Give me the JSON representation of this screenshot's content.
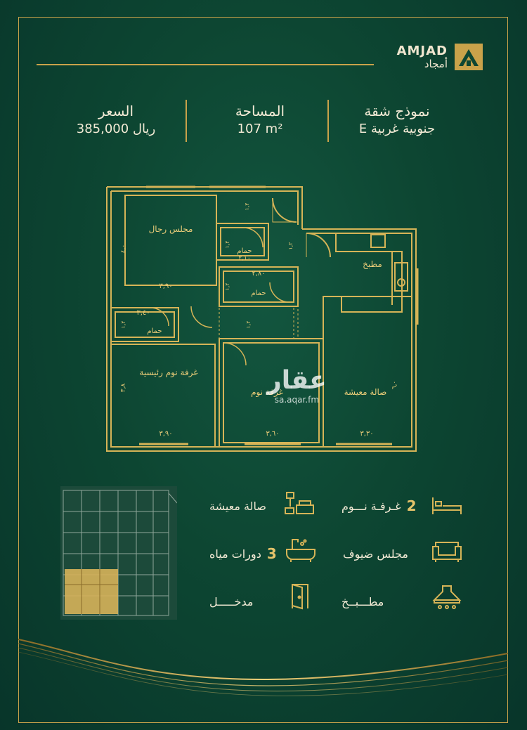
{
  "brand": {
    "name_en": "AMJAD",
    "name_ar": "أمجاد"
  },
  "header": {
    "model_label": "نموذج شقة",
    "model_value": "E جنوبية غربية",
    "area_label": "المساحة",
    "area_value": "107 m²",
    "price_label": "السعر",
    "price_value": "385,000 ريال"
  },
  "plan": {
    "rooms": {
      "majlis_rijal": "مجلس رجال",
      "hammam1": "حمام",
      "hammam2": "حمام",
      "hammam3": "حمام",
      "kitchen": "مطبخ",
      "master_bedroom": "غرفة نوم رئيسية",
      "bedroom": "غرفة نوم",
      "living": "صالة معيشة"
    },
    "dims": {
      "d1": "٣,٩٠",
      "d2": "٣,٤٠",
      "d3": "٢,٨٠",
      "d4": "٢,١٠",
      "d5": "٣,٩٠",
      "d6": "٣,٦٠",
      "d7": "٣,٣٠",
      "v1": "٤,٠",
      "v2": "٣,٨",
      "v3": "٦,٠",
      "v4": "١,٢",
      "v5": "١,٢",
      "v6": "١,٢",
      "v7": "١,٢",
      "v8": "١,٢",
      "v9": "١,٢"
    }
  },
  "watermark": {
    "big": "عقار",
    "small": "sa.aqar.fm"
  },
  "features": {
    "bedrooms_num": "2",
    "bedrooms_label": "غـرفـة نـــوم",
    "living_label": "صالة معيشة",
    "majlis_label": "مجلس ضيوف",
    "baths_num": "3",
    "baths_label": "دورات مياه",
    "kitchen_label": "مطـــبــخ",
    "entrance_label": "مدخـــــل"
  },
  "colors": {
    "gold": "#c9a24a",
    "bg": "#0d4632",
    "text": "#f2ead5"
  }
}
